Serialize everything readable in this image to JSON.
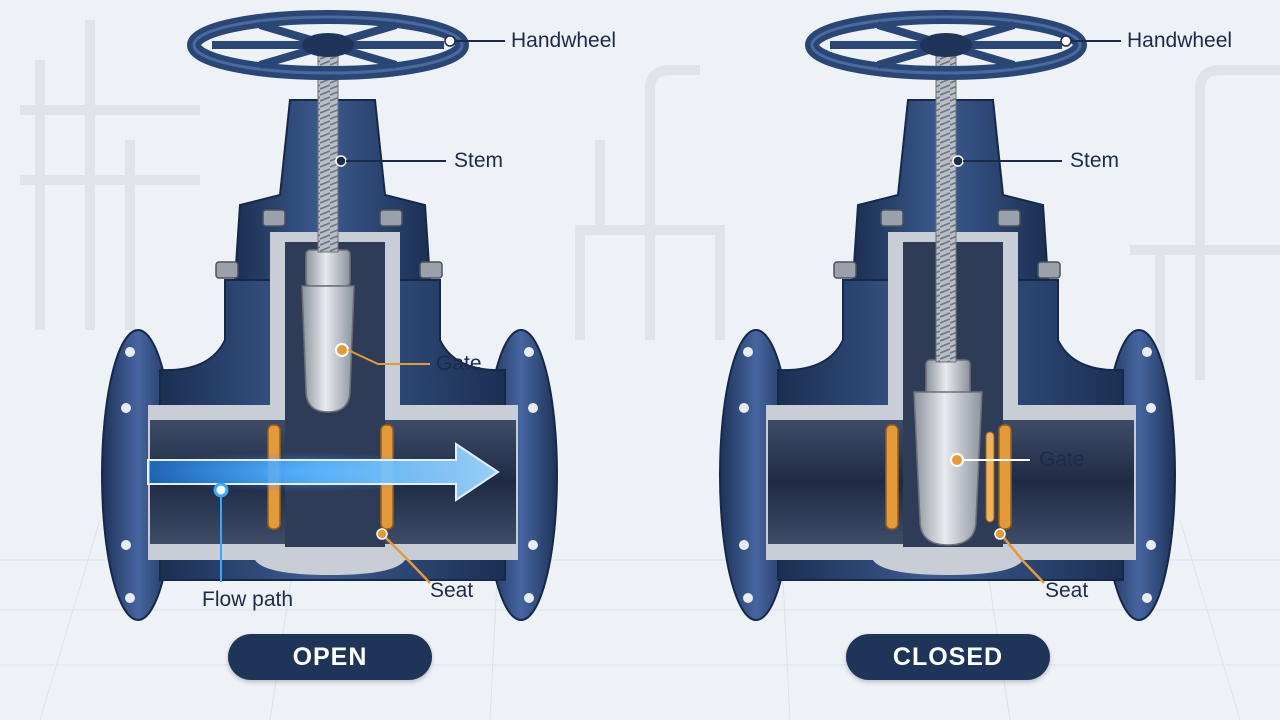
{
  "colors": {
    "background": "#eef1f5",
    "body_navy": "#2a4675",
    "body_navy_dark": "#1b2f52",
    "body_navy_light": "#4a6aa0",
    "cutaway_gray": "#c9ced6",
    "cavity": "#2c3a55",
    "steel": "#b9bec6",
    "seat_orange": "#e39a3a",
    "flow_blue": "#3aa7ff",
    "callout_line": "#1d2b4a",
    "badge_bg": "#1e3459",
    "badge_text": "#ffffff"
  },
  "icons": {
    "flow_arrow": "flow-arrow-icon",
    "handwheel": "handwheel-icon"
  },
  "panels": [
    {
      "state": "OPEN",
      "labels": {
        "handwheel": "Handwheel",
        "stem": "Stem",
        "gate": "Gate",
        "seat": "Seat",
        "flow": "Flow path"
      }
    },
    {
      "state": "CLOSED",
      "labels": {
        "handwheel": "Handwheel",
        "stem": "Stem",
        "gate": "Gate",
        "seat": "Seat"
      }
    }
  ]
}
